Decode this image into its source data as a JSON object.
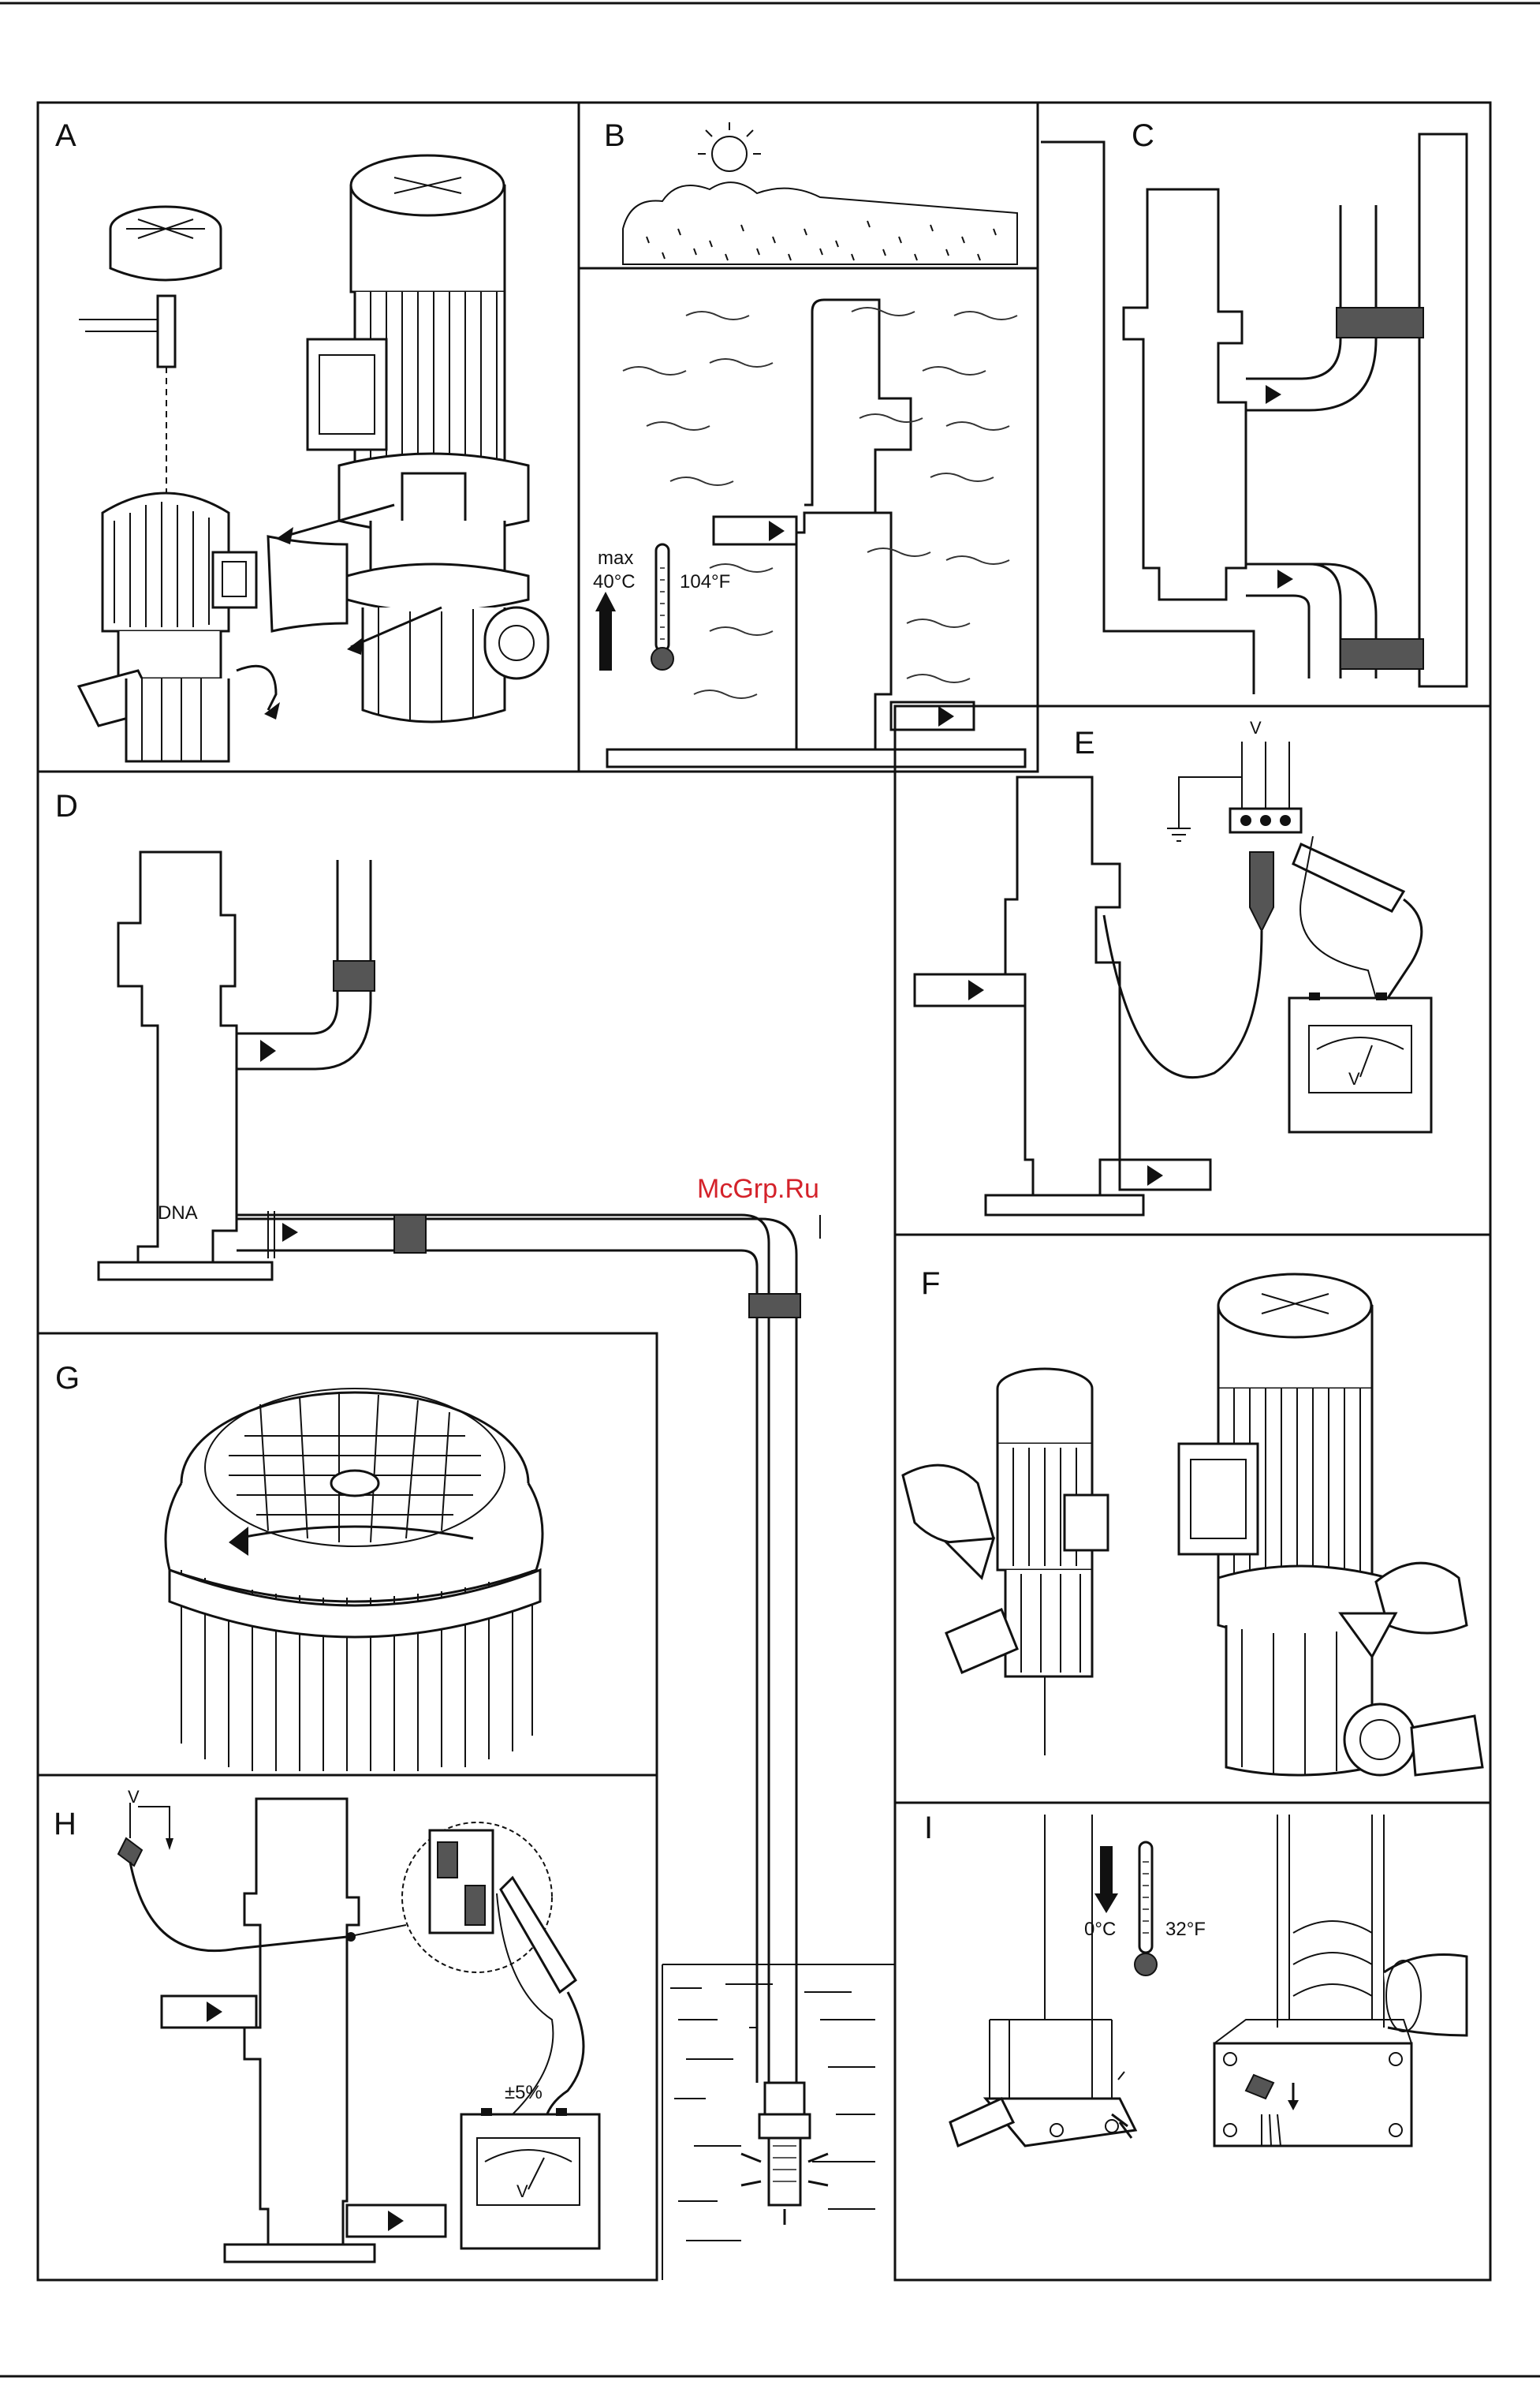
{
  "panels": {
    "a": {
      "label": "A"
    },
    "b": {
      "label": "B",
      "max_label": "max",
      "temp_c": "40°C",
      "temp_f": "104°F"
    },
    "c": {
      "label": "C"
    },
    "d": {
      "label": "D",
      "dna_label": "DNA"
    },
    "e": {
      "label": "E",
      "voltage_label": "V"
    },
    "f": {
      "label": "F"
    },
    "g": {
      "label": "G"
    },
    "h": {
      "label": "H",
      "voltage_label": "V",
      "tolerance": "±5%"
    },
    "i": {
      "label": "I",
      "temp_c": "0°C",
      "temp_f": "32°F"
    }
  },
  "watermark": "McGrp.Ru",
  "colors": {
    "ink": "#111111",
    "watermark": "#d4222a",
    "background": "#ffffff"
  }
}
